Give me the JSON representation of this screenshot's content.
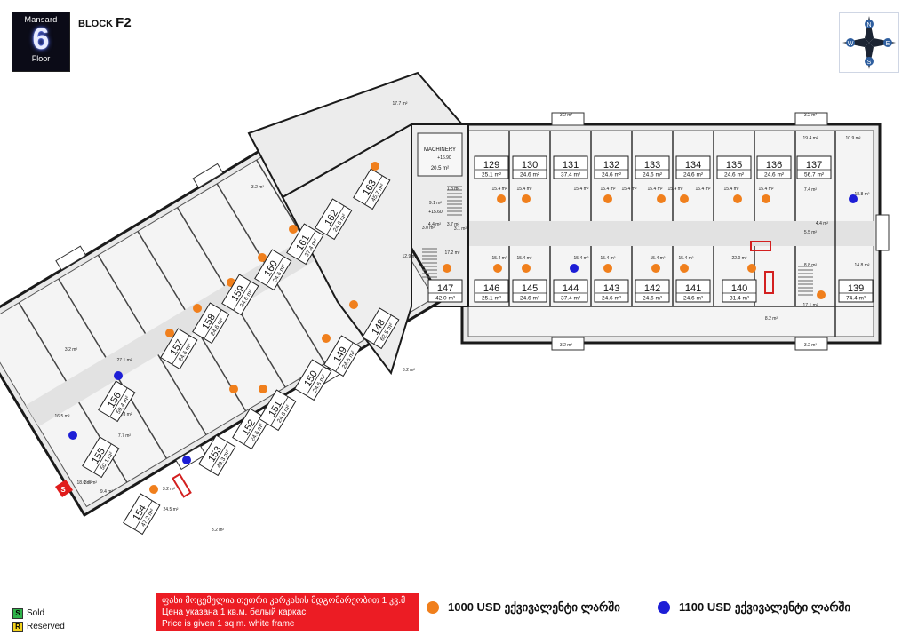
{
  "header": {
    "badge_top": "Mansard",
    "floor_number": "6",
    "badge_bottom": "Floor",
    "block_prefix": "BLOCK",
    "block_name": "F2"
  },
  "colors": {
    "price_1000": "#f07f1c",
    "price_1100": "#1d1ed6",
    "note_bg": "#ec1c24",
    "sold": "#2fb34a",
    "reserved": "#f3d21b"
  },
  "machinery": {
    "label": "MACHINERY",
    "area": "20.5 m²",
    "elev_top": "+16.90",
    "elev_bottom": "+15.60"
  },
  "apartments": [
    {
      "number": "129",
      "area": "25.1 m²",
      "price": "1000"
    },
    {
      "number": "130",
      "area": "24.6 m²",
      "price": "1000"
    },
    {
      "number": "131",
      "area": "37.4 m²",
      "price": "1000"
    },
    {
      "number": "132",
      "area": "24.6 m²",
      "price": "1000"
    },
    {
      "number": "133",
      "area": "24.6 m²",
      "price": "1000"
    },
    {
      "number": "134",
      "area": "24.6 m²",
      "price": "1000"
    },
    {
      "number": "135",
      "area": "24.6 m²",
      "price": "1000"
    },
    {
      "number": "136",
      "area": "24.6 m²",
      "price": "1000"
    },
    {
      "number": "137",
      "area": "56.7 m²",
      "price": "1100"
    },
    {
      "number": "147",
      "area": "42.0 m²",
      "price": "1000"
    },
    {
      "number": "146",
      "area": "25.1 m²",
      "price": "1000"
    },
    {
      "number": "145",
      "area": "24.6 m²",
      "price": "1000"
    },
    {
      "number": "144",
      "area": "37.4 m²",
      "price": "1100"
    },
    {
      "number": "143",
      "area": "24.6 m²",
      "price": "1000"
    },
    {
      "number": "142",
      "area": "24.6 m²",
      "price": "1000"
    },
    {
      "number": "141",
      "area": "24.6 m²",
      "price": "1000"
    },
    {
      "number": "140",
      "area": "31.4 m²",
      "price": "1000"
    },
    {
      "number": "139",
      "area": "74.4 m²",
      "price": "1000"
    },
    {
      "number": "163",
      "area": "45.7 m²",
      "price": "1000"
    },
    {
      "number": "162",
      "area": "24.6 m²",
      "price": "1000"
    },
    {
      "number": "161",
      "area": "37.4 m²",
      "price": "1000"
    },
    {
      "number": "160",
      "area": "24.6 m²",
      "price": "1000"
    },
    {
      "number": "159",
      "area": "24.6 m²",
      "price": "1000"
    },
    {
      "number": "158",
      "area": "24.6 m²",
      "price": "1000"
    },
    {
      "number": "157",
      "area": "24.6 m²",
      "price": "1000"
    },
    {
      "number": "156",
      "area": "59.4 m²",
      "price": "1100"
    },
    {
      "number": "155",
      "area": "50.1 m²",
      "price": "1100"
    },
    {
      "number": "154",
      "area": "47.2 m²",
      "price": "1000"
    },
    {
      "number": "153",
      "area": "49.3 m²",
      "price": "1100"
    },
    {
      "number": "152",
      "area": "24.6 m²",
      "price": "1000"
    },
    {
      "number": "151",
      "area": "24.6 m²",
      "price": "1000"
    },
    {
      "number": "150",
      "area": "24.6 m²",
      "price": "1000"
    },
    {
      "number": "149",
      "area": "24.6 m²",
      "price": "1000"
    },
    {
      "number": "148",
      "area": "62.5 m²",
      "price": "1100"
    }
  ],
  "small_labels": [
    "3.2 m²",
    "3.2 m²",
    "3.2 m²",
    "3.2 m²",
    "19.4 m²",
    "10.9 m²",
    "18.8 m²",
    "15.4 m²",
    "15.4 m²",
    "15.4 m²",
    "15.4 m²",
    "15.4 m²",
    "15.4 m²",
    "15.4 m²",
    "15.4 m²",
    "15.4 m²",
    "15.4 m²",
    "15.4 m²",
    "15.4 m²",
    "15.4 m²",
    "15.4 m²",
    "15.4 m²",
    "15.4 m²",
    "17.2 m²",
    "12.9 m²",
    "22.0 m²",
    "14.8 m²",
    "17.1 m²",
    "8.2 m²",
    "8.8 m²",
    "3.2 m²",
    "3.2 m²",
    "3.2 m²",
    "3.2 m²",
    "3.2 m²",
    "17.7 m²",
    "3.1 m²",
    "3.0 m²",
    "1.8 m²",
    "9.1 m²",
    "4.4 m²",
    "3.7 m²",
    "7.4 m²",
    "5.5 m²",
    "4.4 m²",
    "27.1 m²",
    "16.5 m²",
    "10.8 m²",
    "7.7 m²",
    "18.0 m²",
    "9.4 m²",
    "24.5 m²",
    "3.2 m²"
  ],
  "legend": {
    "sold_code": "S",
    "sold_label": "Sold",
    "reserved_code": "R",
    "reserved_label": "Reserved",
    "note_line1": "ფასი მოცემულია თეთრი კარკასის მდგომარეობით 1 კვ.მ",
    "note_line2": "Цена указана 1 кв.м. белый каркас",
    "note_line3": "Price is given 1 sq.m. white frame",
    "price_1000": "1000 USD ექვივალენტი ლარში",
    "price_1100": "1100 USD ექვივალენტი ლარში"
  },
  "compass": {
    "n": "N",
    "s": "S",
    "e": "E",
    "w": "W"
  },
  "stair_sign": "S"
}
